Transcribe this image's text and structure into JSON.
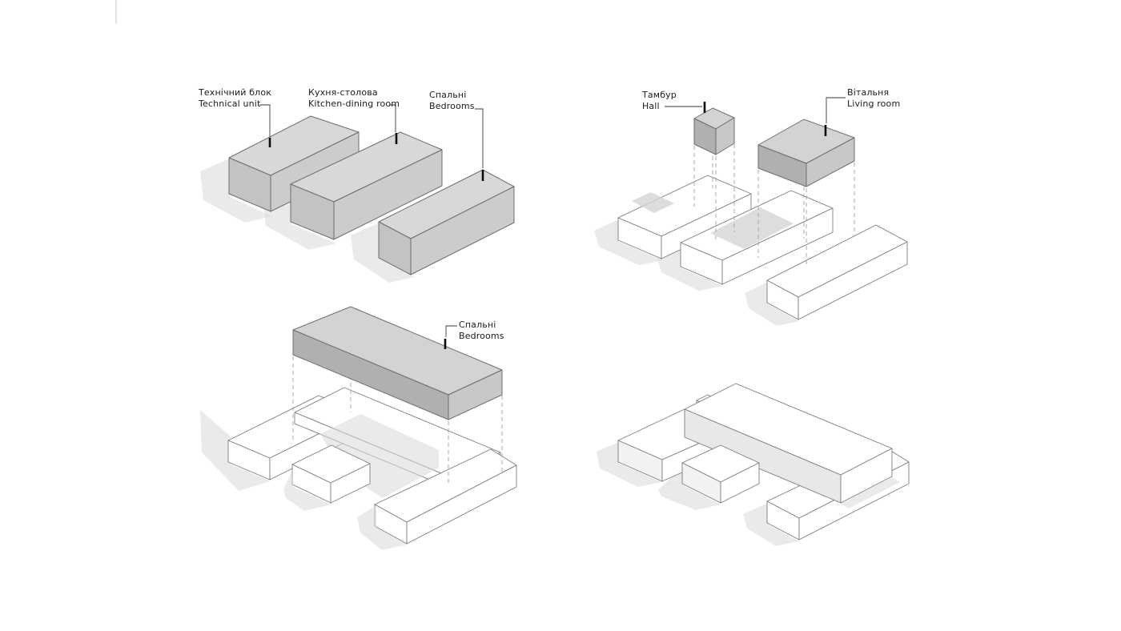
{
  "labels": {
    "technical_unit": {
      "uk": "Технічний блок",
      "en": "Technical unit"
    },
    "kitchen_dining": {
      "uk": "Кухня-столова",
      "en": "Kitchen-dining room"
    },
    "bedrooms_bar": {
      "uk": "Спальні",
      "en": "Bedrooms"
    },
    "hall": {
      "uk": "Тамбур",
      "en": "Hall"
    },
    "living_room": {
      "uk": "Вітальня",
      "en": "Living room"
    },
    "bedrooms_slab": {
      "uk": "Спальні",
      "en": "Bedrooms"
    }
  },
  "colors": {
    "background": "#ffffff",
    "block_top": "#d8d8d8",
    "block_end": "#c3c3c3",
    "block_front": "#cccccc",
    "floating_block_top": "#d3d3d3",
    "floating_block_dark": "#b0b0b0",
    "floating_block_mid": "#c8c8c8",
    "white_face": "#ffffff",
    "shaded_white_face": "#e8e8e8",
    "outline": "#6d6d6d",
    "shadow": "#d9d9d9",
    "dashed_line": "#a0a0a0",
    "leader_line": "#3a3a3a",
    "tick": "#0d0d0d",
    "label_text": "#1a1a1a"
  }
}
